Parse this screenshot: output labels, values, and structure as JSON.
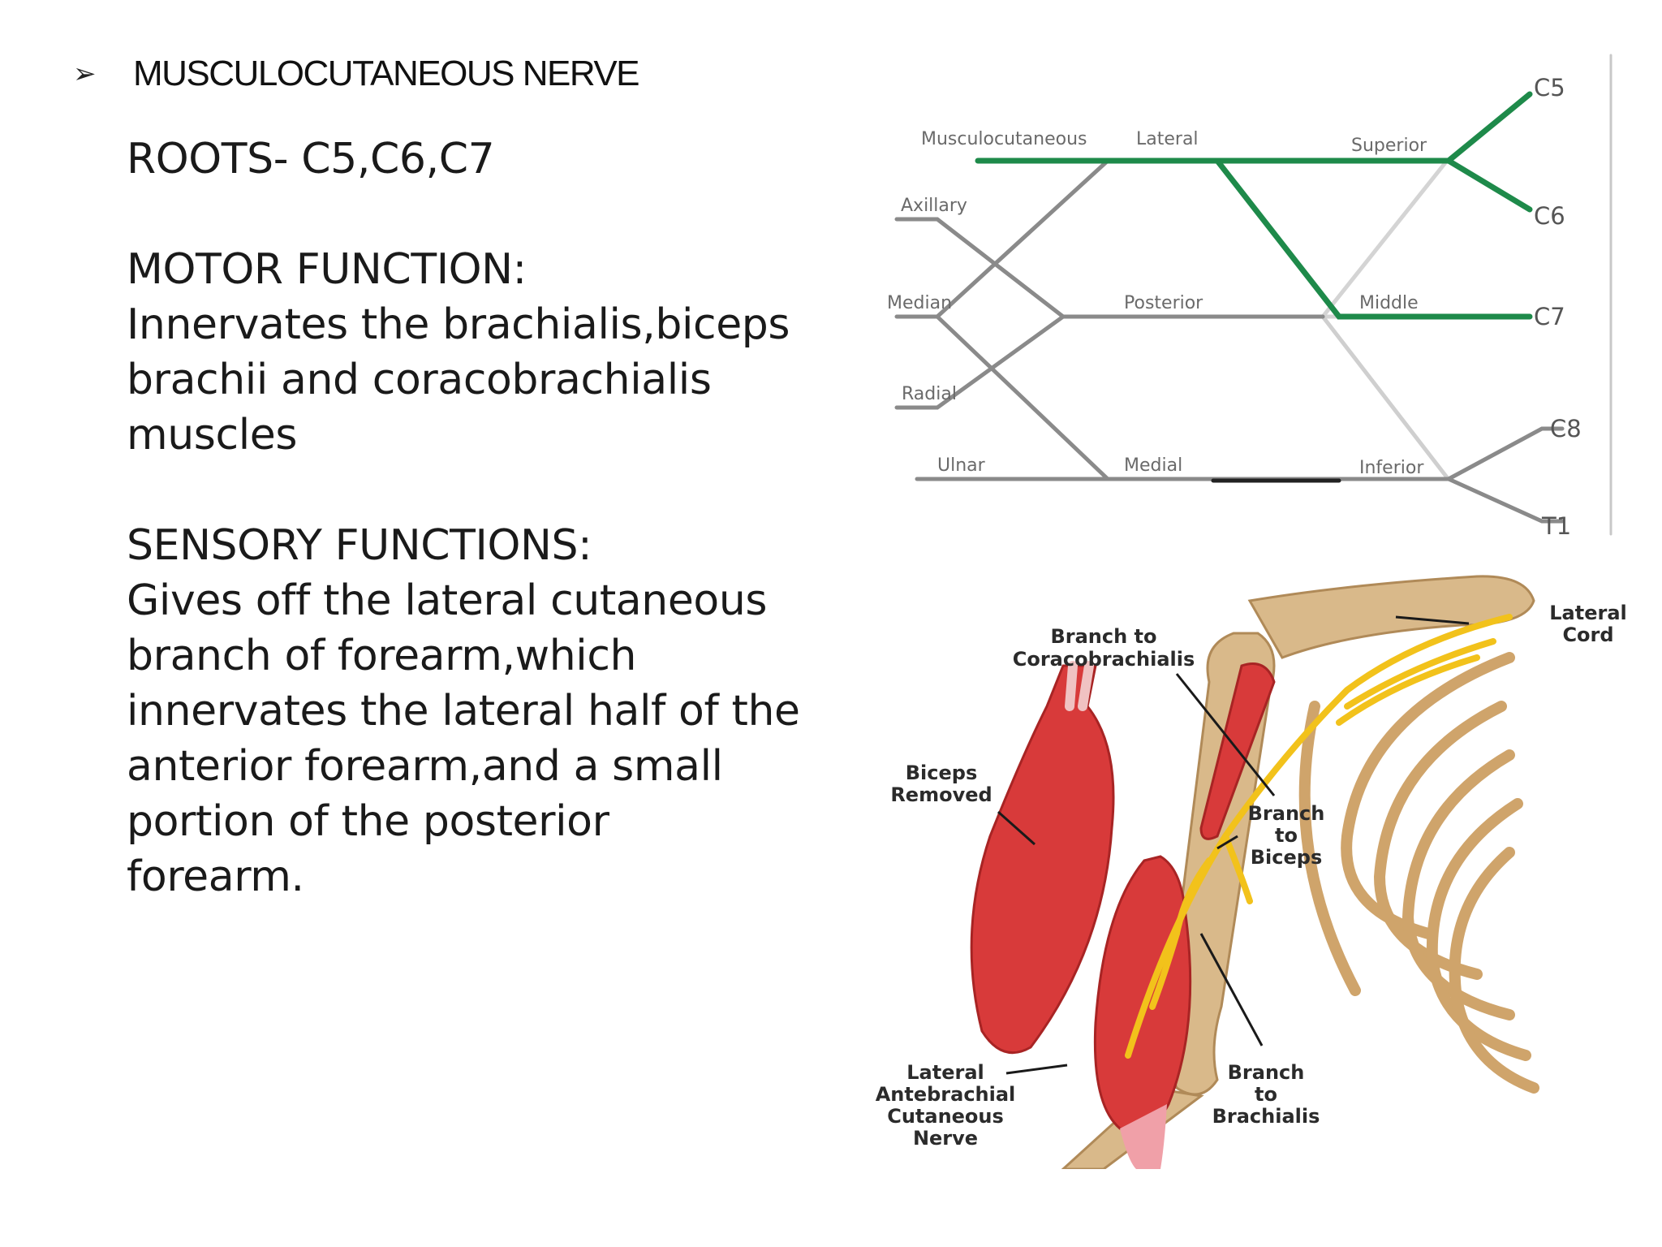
{
  "heading": {
    "bullet": "➢",
    "title": "MUSCULOCUTANEOUS NERVE"
  },
  "body": {
    "roots": "ROOTS- C5,C6,C7",
    "motor_heading": "MOTOR FUNCTION:",
    "motor_lines": [
      "Innervates the brachialis,biceps",
      "brachii and coracobrachialis",
      "muscles"
    ],
    "sensory_heading": "SENSORY FUNCTIONS:",
    "sensory_lines": [
      "Gives off the lateral cutaneous",
      "branch of forearm,which",
      "innervates the lateral half of the",
      "anterior forearm,and a small",
      "portion of the posterior",
      "forearm."
    ]
  },
  "plexus_diagram": {
    "labels": {
      "musculocutaneous": "Musculocutaneous",
      "axillary": "Axillary",
      "median": "Median",
      "radial": "Radial",
      "ulnar": "Ulnar",
      "lateral": "Lateral",
      "posterior": "Posterior",
      "medial": "Medial",
      "superior": "Superior",
      "middle": "Middle",
      "inferior": "Inferior",
      "c5": "C5",
      "c6": "C6",
      "c7": "C7",
      "c8": "C8",
      "t1": "T1"
    },
    "colors": {
      "highlight": "#1e8a4a",
      "nerve": "#8a8a8a",
      "faint": "#cfcfcf"
    }
  },
  "anatomy_figure": {
    "labels": {
      "branch_coraco": [
        "Branch to",
        "Coracobrachialis"
      ],
      "lateral_cord": [
        "Lateral",
        "Cord"
      ],
      "biceps_removed": [
        "Biceps",
        "Removed"
      ],
      "branch_biceps": [
        "Branch",
        "to",
        "Biceps"
      ],
      "lateral_antebrachial": [
        "Lateral",
        "Antebrachial",
        "Cutaneous",
        "Nerve"
      ],
      "branch_brachialis": [
        "Branch",
        "to",
        "Brachialis"
      ]
    },
    "colors": {
      "muscle": "#d83a3a",
      "bone": "#d9b98a",
      "nerve": "#f2c21b"
    }
  }
}
